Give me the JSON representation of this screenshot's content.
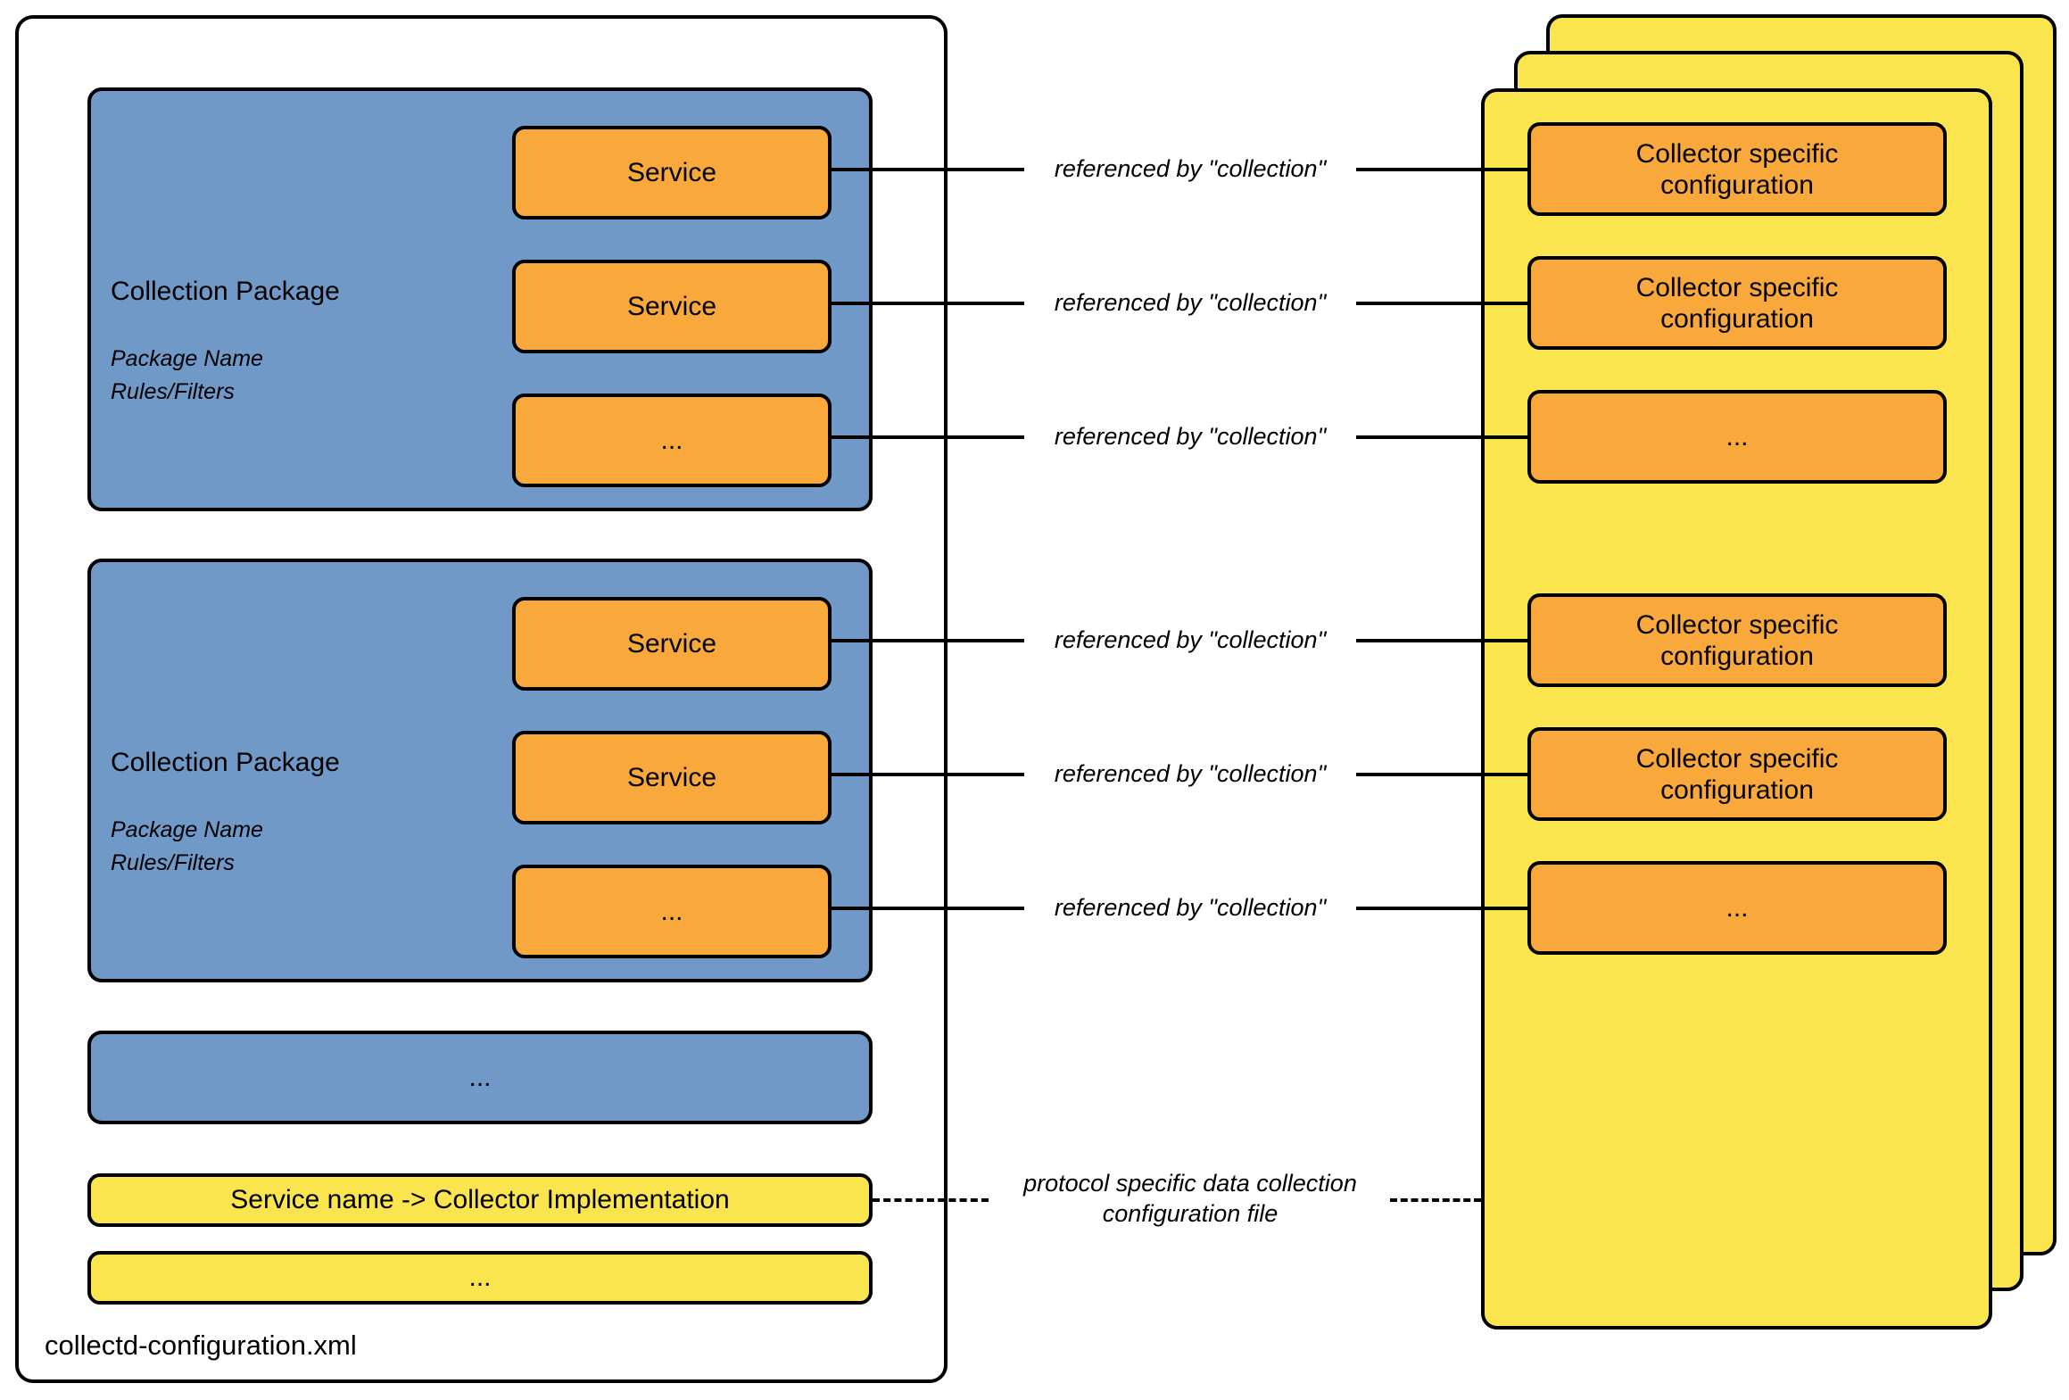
{
  "diagram": {
    "file_label": "collectd-configuration.xml",
    "packages": [
      {
        "title": "Collection Package",
        "meta_line1": "Package Name",
        "meta_line2": "Rules/Filters",
        "services": [
          "Service",
          "Service",
          "..."
        ]
      },
      {
        "title": "Collection Package",
        "meta_line1": "Package Name",
        "meta_line2": "Rules/Filters",
        "services": [
          "Service",
          "Service",
          "..."
        ]
      }
    ],
    "more_packages_label": "...",
    "mapping_box_label": "Service name -> Collector Implementation",
    "more_mappings_label": "...",
    "connector_label": "referenced by \"collection\"",
    "config_boxes": [
      "Collector specific configuration",
      "Collector specific configuration",
      "...",
      "Collector specific configuration",
      "Collector specific configuration",
      "..."
    ],
    "dashed_label_line1": "protocol specific data collection",
    "dashed_label_line2": "configuration file",
    "colors": {
      "package_blue": "#7099C8",
      "box_orange": "#F9A83C",
      "page_yellow": "#FBE54E",
      "line": "#000000"
    }
  }
}
